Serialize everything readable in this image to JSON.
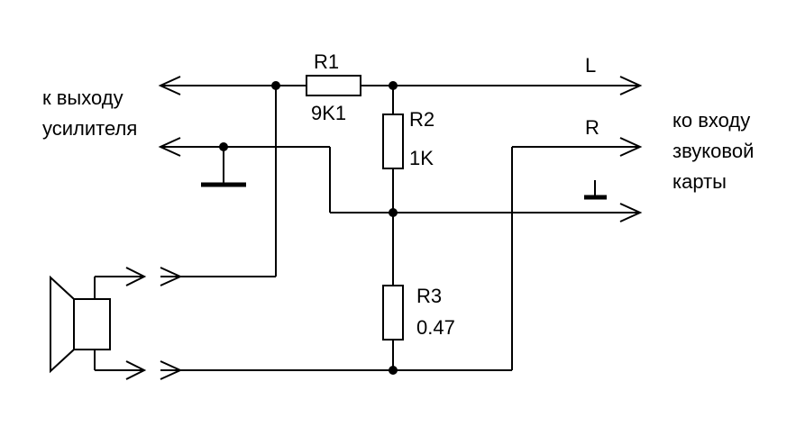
{
  "left_label": {
    "line1": "к выходу",
    "line2": "усилителя"
  },
  "right_label": {
    "line1": "ко входу",
    "line2": "звуковой",
    "line3": "карты"
  },
  "components": {
    "r1": {
      "name": "R1",
      "value": "9K1"
    },
    "r2": {
      "name": "R2",
      "value": "1K"
    },
    "r3": {
      "name": "R3",
      "value": "0.47"
    }
  },
  "outputs": {
    "left": "L",
    "right": "R"
  }
}
